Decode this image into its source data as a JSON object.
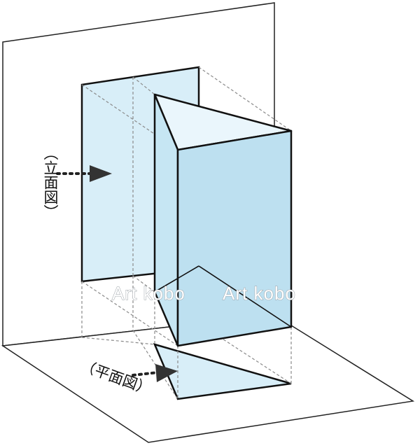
{
  "labels": {
    "elevation": "（立面図）",
    "plan": "（平面図）"
  },
  "watermark": {
    "left": "Art kobo",
    "right": "Art kobo"
  },
  "colors": {
    "line": "#111111",
    "face_light": "#d8eef8",
    "face_mid": "#c6e6f3",
    "face_front": "#bde0f0",
    "dashed": "#8a8a8a"
  }
}
